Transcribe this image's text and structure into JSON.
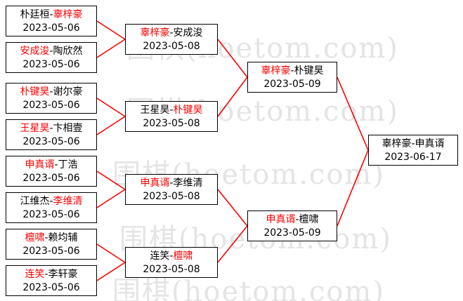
{
  "separator": "-",
  "colors": {
    "winner_text": "#fe0000",
    "connector_line": "#fe0000",
    "box_border": "#000000",
    "box_background": "#ffffff",
    "watermark_text": "#e4e4e4"
  },
  "watermark": {
    "text": "围棋(hoetom.com)"
  },
  "rounds": {
    "r1": [
      {
        "p1": "朴廷桓",
        "p2": "辜梓豪",
        "p1_win": false,
        "p2_win": true,
        "date": "2023-05-06"
      },
      {
        "p1": "安成浚",
        "p2": "陶欣然",
        "p1_win": true,
        "p2_win": false,
        "date": "2023-05-06"
      },
      {
        "p1": "朴键昊",
        "p2": "谢尔豪",
        "p1_win": true,
        "p2_win": false,
        "date": "2023-05-06"
      },
      {
        "p1": "王星昊",
        "p2": "卞相壹",
        "p1_win": true,
        "p2_win": false,
        "date": "2023-05-06"
      },
      {
        "p1": "申真谞",
        "p2": "丁浩",
        "p1_win": true,
        "p2_win": false,
        "date": "2023-05-06"
      },
      {
        "p1": "江维杰",
        "p2": "李维清",
        "p1_win": false,
        "p2_win": true,
        "date": "2023-05-06"
      },
      {
        "p1": "檀啸",
        "p2": "赖均辅",
        "p1_win": true,
        "p2_win": false,
        "date": "2023-05-06"
      },
      {
        "p1": "连笑",
        "p2": "李轩豪",
        "p1_win": true,
        "p2_win": false,
        "date": "2023-05-06"
      }
    ],
    "r2": [
      {
        "p1": "辜梓豪",
        "p2": "安成浚",
        "p1_win": true,
        "p2_win": false,
        "date": "2023-05-08"
      },
      {
        "p1": "王星昊",
        "p2": "朴键昊",
        "p1_win": false,
        "p2_win": true,
        "date": "2023-05-08"
      },
      {
        "p1": "申真谞",
        "p2": "李维清",
        "p1_win": true,
        "p2_win": false,
        "date": "2023-05-08"
      },
      {
        "p1": "连笑",
        "p2": "檀啸",
        "p1_win": false,
        "p2_win": true,
        "date": "2023-05-08"
      }
    ],
    "r3": [
      {
        "p1": "辜梓豪",
        "p2": "朴键昊",
        "p1_win": true,
        "p2_win": false,
        "date": "2023-05-09"
      },
      {
        "p1": "申真谞",
        "p2": "檀啸",
        "p1_win": true,
        "p2_win": false,
        "date": "2023-05-09"
      }
    ],
    "final": [
      {
        "p1": "辜梓豪",
        "p2": "申真谞",
        "p1_win": false,
        "p2_win": false,
        "date": "2023-06-17"
      }
    ]
  }
}
